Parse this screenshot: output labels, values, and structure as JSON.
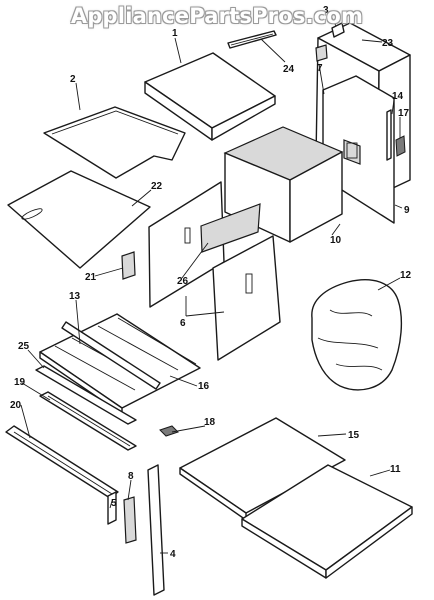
{
  "watermark": "AppliancePartsPros.com",
  "callouts": {
    "c1": "1",
    "c2": "2",
    "c3": "3",
    "c4": "4",
    "c5": "5",
    "c6": "6",
    "c7": "7",
    "c8": "8",
    "c9": "9",
    "c10": "10",
    "c11": "11",
    "c12": "12",
    "c13": "13",
    "c14": "14",
    "c15": "15",
    "c16": "16",
    "c17": "17",
    "c18": "18",
    "c19": "19",
    "c20": "20",
    "c21": "21",
    "c22": "22",
    "c23": "23",
    "c24": "24",
    "c25": "25",
    "c26": "26"
  }
}
